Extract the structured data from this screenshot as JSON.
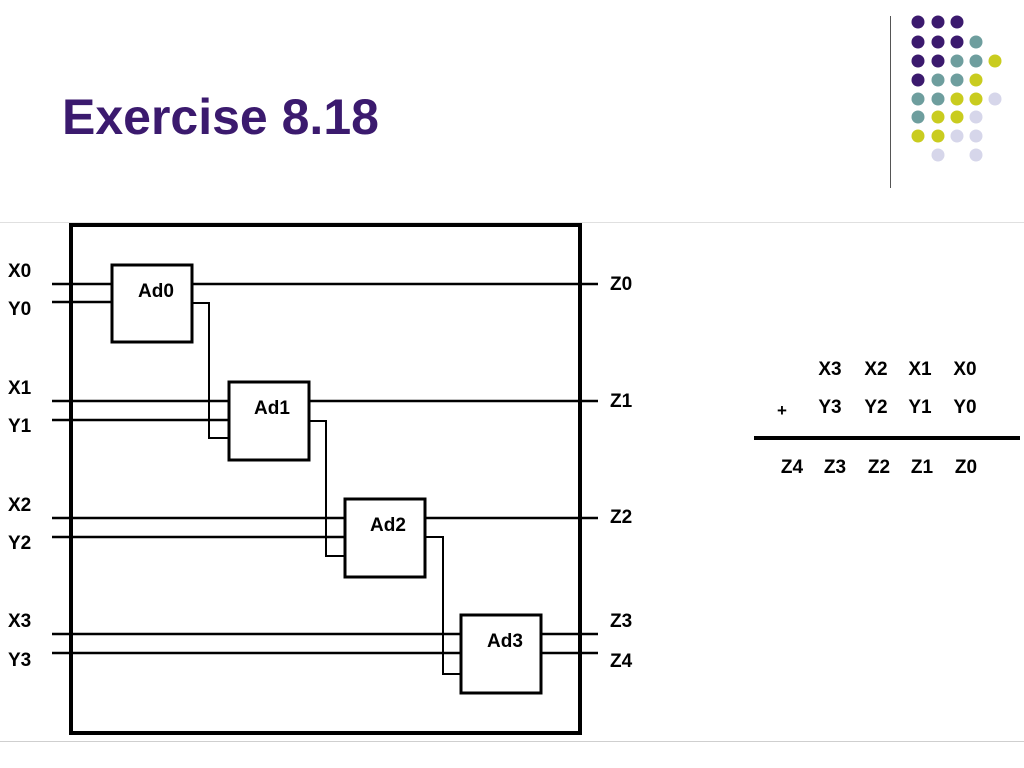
{
  "slide": {
    "title": "Exercise 8.18"
  },
  "decoration": {
    "dot_colors": [
      "#3b1a6e",
      "#6e9e9e",
      "#c9cc1f",
      "#d6d6ea"
    ]
  },
  "circuit": {
    "inputs": [
      {
        "x": "X0",
        "y": "Y0"
      },
      {
        "x": "X1",
        "y": "Y1"
      },
      {
        "x": "X2",
        "y": "Y2"
      },
      {
        "x": "X3",
        "y": "Y3"
      }
    ],
    "adders": [
      "Ad0",
      "Ad1",
      "Ad2",
      "Ad3"
    ],
    "outputs": [
      "Z0",
      "Z1",
      "Z2",
      "Z3",
      "Z4"
    ]
  },
  "addition": {
    "row1": [
      "X3",
      "X2",
      "X1",
      "X0"
    ],
    "operator": "+",
    "row2": [
      "Y3",
      "Y2",
      "Y1",
      "Y0"
    ],
    "result": [
      "Z4",
      "Z3",
      "Z2",
      "Z1",
      "Z0"
    ]
  }
}
